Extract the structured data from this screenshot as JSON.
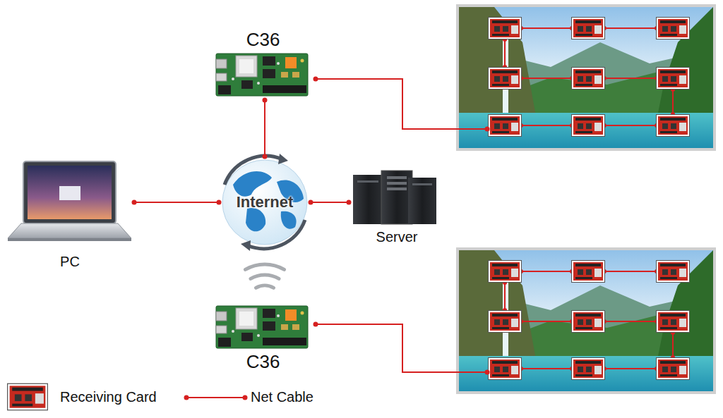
{
  "diagram": {
    "nodes": [
      {
        "text": [
          "C36"
        ]
      },
      {
        "text": [
          "PC"
        ]
      },
      {
        "text": [
          "Internet"
        ]
      },
      {
        "text": [
          "Server"
        ]
      },
      {
        "text": [
          "C36"
        ]
      }
    ],
    "edges": [
      {
        "from": 0,
        "to": 2,
        "arrow": "none"
      },
      {
        "from": 1,
        "to": 2,
        "arrow": "none"
      },
      {
        "from": 2,
        "to": 3,
        "arrow": "none"
      }
    ],
    "legend": [
      {
        "text": "Receiving Card"
      },
      {
        "text": "Net Cable"
      }
    ]
  }
}
